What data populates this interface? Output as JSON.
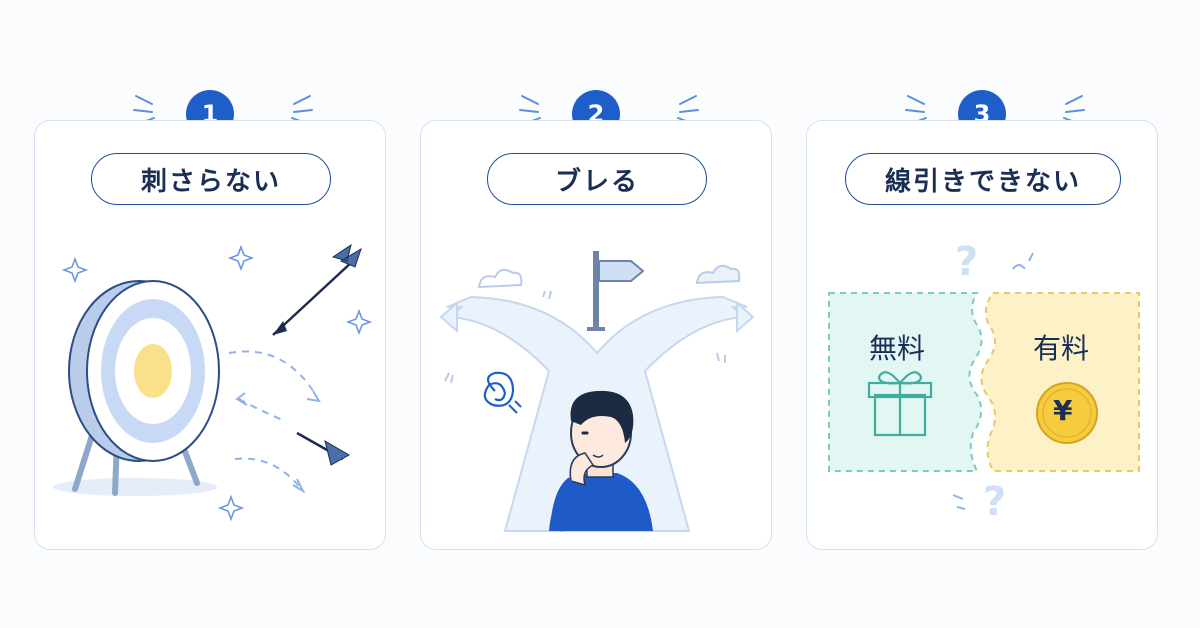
{
  "steps": [
    {
      "number": "1",
      "title": "刺さらない"
    },
    {
      "number": "2",
      "title": "ブレる"
    },
    {
      "number": "3",
      "title": "線引きできない"
    }
  ],
  "pricing": {
    "free_label": "無料",
    "paid_label": "有料",
    "currency_symbol": "¥"
  },
  "colors": {
    "accent": "#1e5ec9",
    "navy": "#1b2f55",
    "light_blue": "#cfe0f7",
    "free_bg": "#e2f6f3",
    "paid_bg": "#fdf1c7"
  }
}
